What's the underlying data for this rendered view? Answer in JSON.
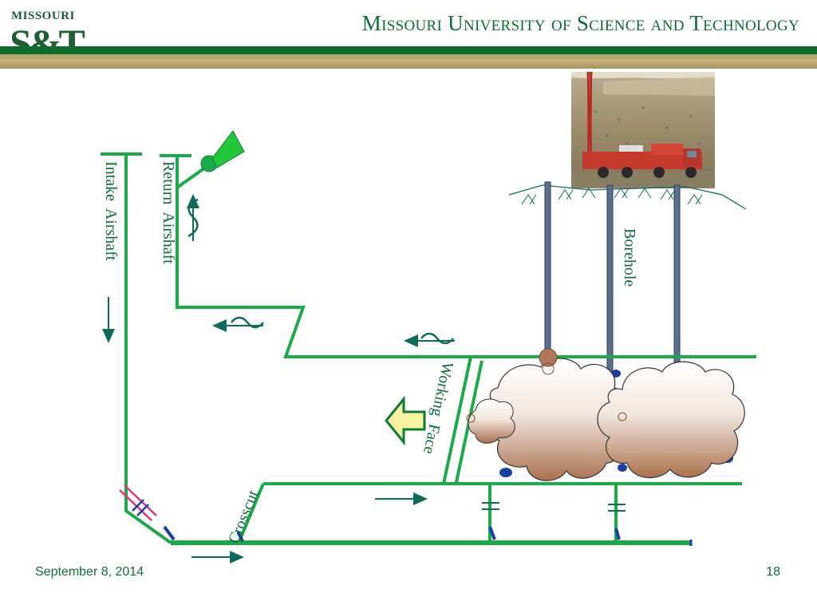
{
  "header": {
    "title": "Missouri University of Science and Technology"
  },
  "logo": {
    "word": "MISSOURI",
    "mark": "S&T"
  },
  "diagram": {
    "labels": {
      "intake": "Intake  Airshaft",
      "return": "Return  Airshaft",
      "borehole": "Borehole",
      "working_face": "Working  Face",
      "crosscut": "Crosscut"
    }
  },
  "footer": {
    "date": "September 8, 2014",
    "page": "18"
  },
  "colors": {
    "airway": "#1aaa4a",
    "text_green": "#0f6b3a",
    "arrow": "#0e6b5a",
    "pipe": "#5a6f8f",
    "smoke": "#a9714e",
    "stopping": "#1a3fa0"
  }
}
